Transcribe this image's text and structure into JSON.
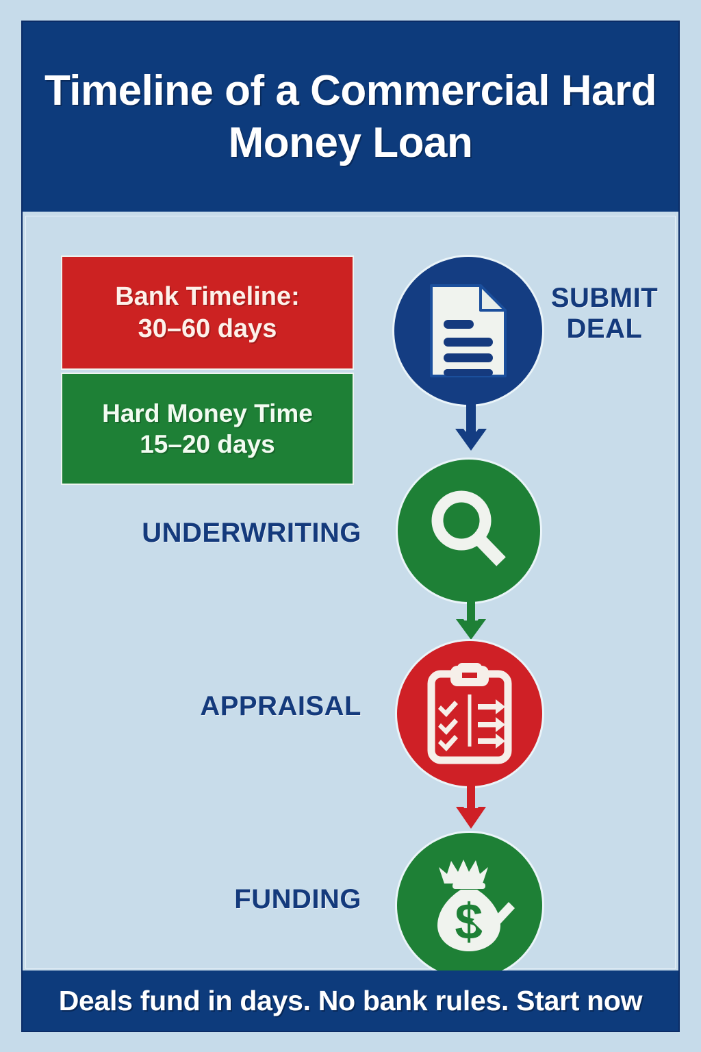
{
  "header": {
    "title": "Timeline of a Commercial Hard Money Loan"
  },
  "comparison": {
    "bank": {
      "name": "bank-timeline-badge",
      "line1": "Bank Timeline:",
      "line2": "30–60 days",
      "color": "#cc2222"
    },
    "hard_money": {
      "name": "hard-money-timeline-badge",
      "line1": "Hard Money Time",
      "line2": "15–20 days",
      "color": "#1e8036"
    }
  },
  "steps": [
    {
      "label_line1": "SUBMIT",
      "label_line2": "DEAL",
      "icon": "document-icon",
      "color": "#143d82",
      "label_side": "right"
    },
    {
      "label_line1": "UNDERWRITING",
      "label_line2": "",
      "icon": "magnifying-glass-icon",
      "color": "#1e8036",
      "label_side": "left"
    },
    {
      "label_line1": "APPRAISAL",
      "label_line2": "",
      "icon": "clipboard-checklist-icon",
      "color": "#cf2026",
      "label_side": "left"
    },
    {
      "label_line1": "FUNDING",
      "label_line2": "",
      "icon": "money-bag-check-icon",
      "color": "#1e8036",
      "label_side": "left"
    }
  ],
  "connectors": [
    {
      "name": "arrow-submit-to-underwriting",
      "color": "#143d82"
    },
    {
      "name": "arrow-underwriting-to-appraisal",
      "color": "#1e8036"
    },
    {
      "name": "arrow-appraisal-to-funding",
      "color": "#cf2026"
    }
  ],
  "footer": {
    "text": "Deals fund in days. No bank rules. Start now"
  },
  "colors": {
    "navy": "#0d3b7c",
    "background": "#c8dcea",
    "red": "#cc2222",
    "green": "#1e8036",
    "label_navy": "#143a7c",
    "cream": "#f0f3ee"
  }
}
